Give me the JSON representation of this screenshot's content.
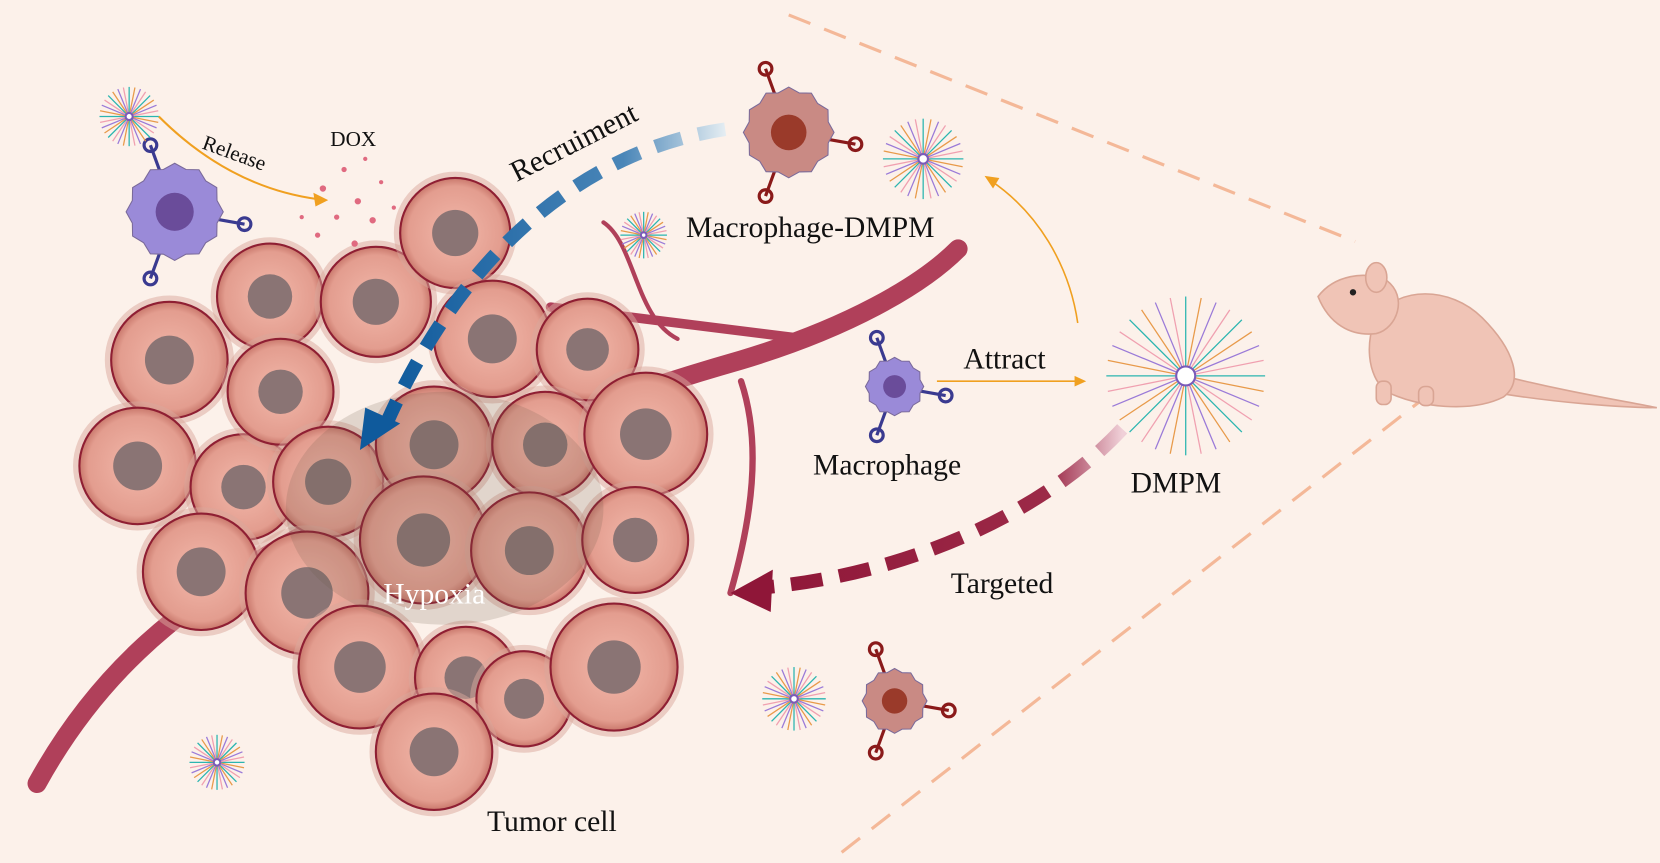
{
  "labels": {
    "release": "Release",
    "dox": "DOX",
    "recruitment": "Recruiment",
    "macrophage_dmpm": "Macrophage-DMPM",
    "attract": "Attract",
    "macrophage": "Macrophage",
    "dmpm": "DMPM",
    "targeted": "Targeted",
    "hypoxia": "Hypoxia",
    "tumor_cell": "Tumor cell"
  },
  "colors": {
    "background": "#fcf1ea",
    "tumor_cell": "#e8a79a",
    "tumor_nucleus": "#8a7474",
    "vessel": "#b0405a",
    "recruitment_arrow": "#0f5a9c",
    "targeted_arrow": "#8f1638",
    "attract_arrow": "#f0a020",
    "macrophage": "#9a8ad8",
    "macrophage_dmpm": "#c98a84",
    "mouse": "#f0c4b6",
    "perspective_lines": "#f4b898"
  }
}
